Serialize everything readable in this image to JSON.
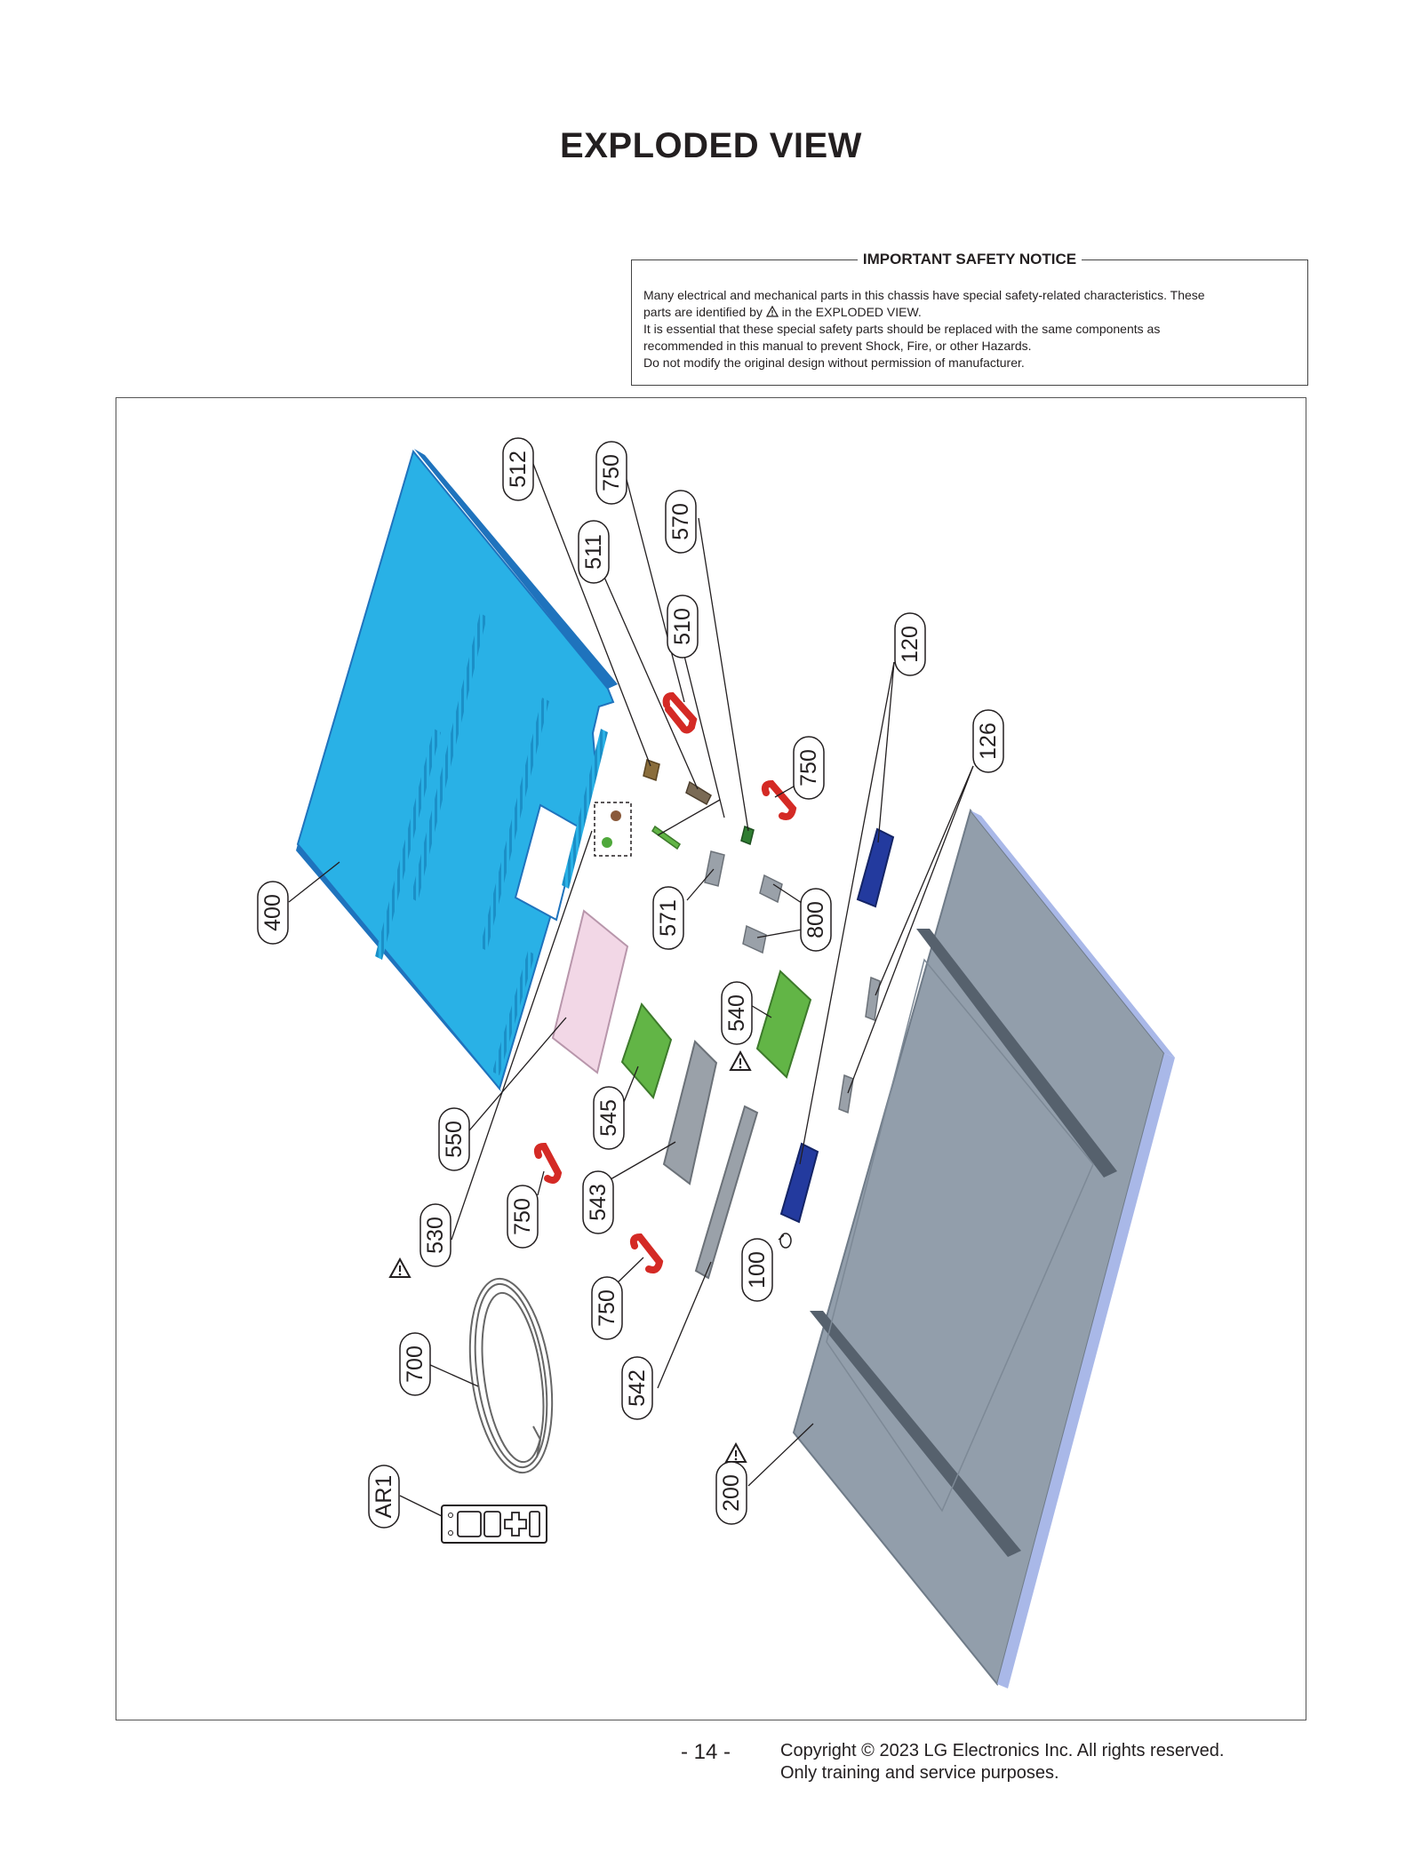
{
  "page": {
    "title": "EXPLODED VIEW",
    "page_number": "- 14 -",
    "copyright_line1": "Copyright © 2023 LG Electronics Inc. All rights reserved.",
    "copyright_line2": "Only training and service purposes."
  },
  "notice": {
    "title": "IMPORTANT SAFETY NOTICE",
    "line1": "Many electrical and mechanical parts in this chassis have special safety-related characteristics. These",
    "line2_before": "parts are identified by",
    "line2_after": "in the EXPLODED VIEW.",
    "line3": "It is essential that these special safety parts should be replaced with the same components as",
    "line4": "recommended in this manual to prevent Shock, Fire, or other Hazards.",
    "line5": "Do not modify the original design without permission of manufacturer."
  },
  "callouts": {
    "c512": "512",
    "c750a": "750",
    "c511": "511",
    "c570": "570",
    "c510": "510",
    "c120": "120",
    "c126": "126",
    "c750b": "750",
    "c400": "400",
    "c571": "571",
    "c800": "800",
    "c540": "540",
    "c545": "545",
    "c550": "550",
    "c543": "543",
    "c750c": "750",
    "c530": "530",
    "c100": "100",
    "c750d": "750",
    "c700": "700",
    "c542": "542",
    "c200": "200",
    "cAR1": "AR1"
  },
  "colors": {
    "rear_cover": "#29b1e6",
    "rear_cover_edge": "#1f73bd",
    "panel": "#929eab",
    "panel_edge": "#a9b8e8",
    "speaker": "#233a9e",
    "pcb_green": "#62b546",
    "power_board": "#f2d7e6",
    "clip_red": "#d42a25",
    "bracket_gray": "#9aa1a9"
  }
}
